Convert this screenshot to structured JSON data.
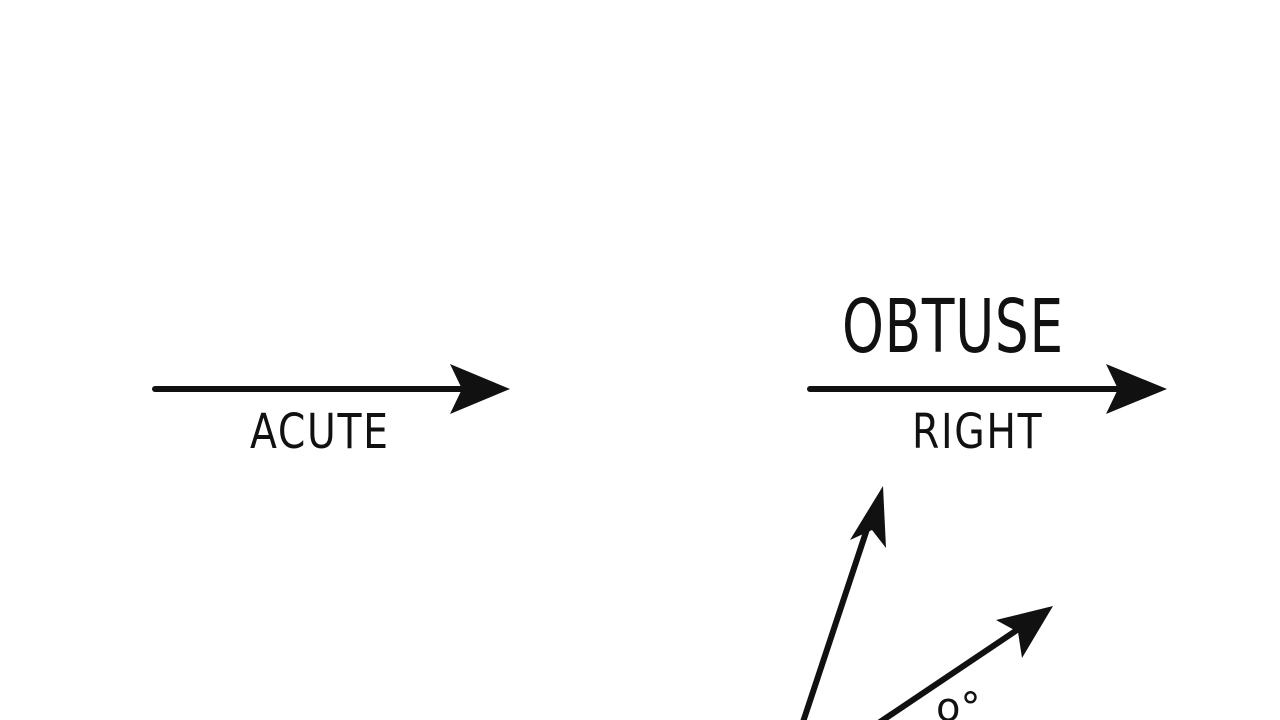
{
  "labels": {
    "acute": "ACUTE",
    "obtuse": "OBTUSE",
    "right": "RIGHT",
    "degree_partial": "o°"
  },
  "colors": {
    "ink": "#111111",
    "background": "#ffffff"
  }
}
